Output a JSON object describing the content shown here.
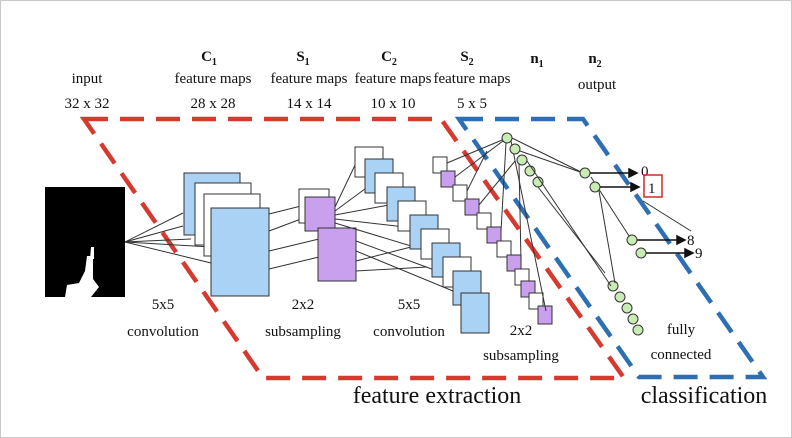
{
  "headers": {
    "input": {
      "name": "input",
      "size": "32 x 32"
    },
    "c1": {
      "letter": "C",
      "sub": "1",
      "name": "feature maps",
      "size": "28 x 28"
    },
    "s1": {
      "letter": "S",
      "sub": "1",
      "name": "feature maps",
      "size": "14 x 14"
    },
    "c2": {
      "letter": "C",
      "sub": "2",
      "name": "feature maps",
      "size": "10 x 10"
    },
    "s2": {
      "letter": "S",
      "sub": "2",
      "name": "feature maps",
      "size": "5 x 5"
    },
    "n1": {
      "letter": "n",
      "sub": "1"
    },
    "n2": {
      "letter": "n",
      "sub": "2",
      "name": "output"
    }
  },
  "operations": {
    "conv1": {
      "kernel": "5x5",
      "name": "convolution"
    },
    "sub1": {
      "kernel": "2x2",
      "name": "subsampling"
    },
    "conv2": {
      "kernel": "5x5",
      "name": "convolution"
    },
    "sub2": {
      "kernel": "2x2",
      "name": "subsampling"
    },
    "fc": {
      "line1": "fully",
      "line2": "connected"
    }
  },
  "outputs": {
    "o0": "0",
    "o1": "1",
    "o8": "8",
    "o9": "9"
  },
  "sections": {
    "feature_extraction": "feature extraction",
    "classification": "classification"
  },
  "colors": {
    "blue_map": "#a9d2f5",
    "purple_map": "#c9a0ee",
    "green_node": "#c9ecb4",
    "red_dash": "#d63a2f",
    "blue_dash": "#2e6fb3",
    "highlight": "#cc2b2b"
  }
}
